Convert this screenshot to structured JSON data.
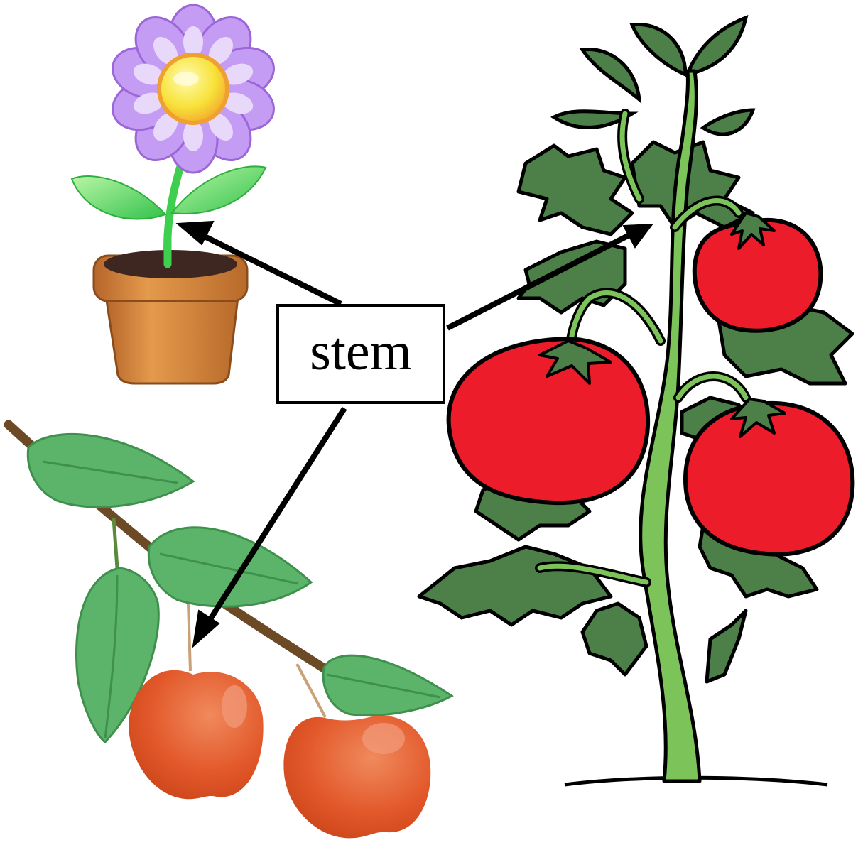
{
  "label": {
    "text": "stem"
  },
  "colors": {
    "petal": "#b98ef0",
    "flower_center": "#f7e23a",
    "pot": "#c97c33",
    "soil": "#3e2720",
    "light_leaf": "#6fe06a",
    "tomato_leaf": "#4d7f48",
    "tomato_stem": "#7cc45a",
    "tomato": "#ec1c2a",
    "apple": "#e2582a",
    "apple_leaf": "#5cb46a",
    "branch": "#6b4a25",
    "arrow": "#000000"
  },
  "illustrations": [
    "potted-flower",
    "apple-branch",
    "tomato-plant"
  ]
}
